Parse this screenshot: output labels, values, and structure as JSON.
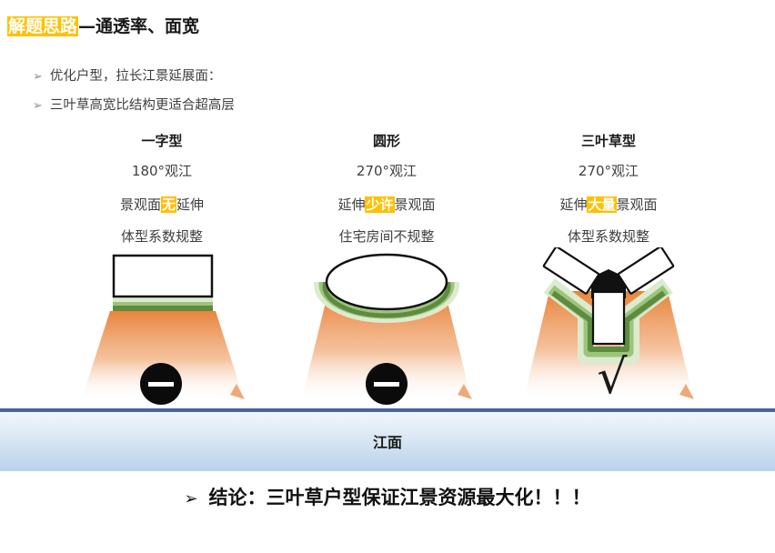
{
  "slide": {
    "title": {
      "highlight": "解题思路",
      "rest": "—通透率、面宽"
    },
    "bullets": [
      {
        "marker": "➢",
        "text": "优化户型，拉长江景延展面："
      },
      {
        "marker": "➢",
        "text": "三叶草高宽比结构更适合超高层"
      }
    ],
    "columns": [
      {
        "title": "一字型",
        "subtitle": "180°观江",
        "line_a_pre": "景观面",
        "line_a_em": "无",
        "line_a_post": "延伸",
        "line_b": "体型系数规整",
        "verdict": "minus",
        "verdict_glyph": "—",
        "shape": "slab"
      },
      {
        "title": "圆形",
        "subtitle": "270°观江",
        "line_a_pre": "延伸",
        "line_a_em": "少许",
        "line_a_post": "景观面",
        "line_b": "住宅房间不规整",
        "verdict": "minus",
        "verdict_glyph": "—",
        "shape": "circle"
      },
      {
        "title": "三叶草型",
        "subtitle": "270°观江",
        "line_a_pre": "延伸",
        "line_a_em": "大量",
        "line_a_post": "景观面",
        "line_b": "体型系数规整",
        "verdict": "check",
        "verdict_glyph": "√",
        "shape": "trefoil"
      }
    ],
    "river": {
      "label": "江面"
    },
    "conclusion": {
      "marker": "➢",
      "text": "结论：三叶草户型保证江景资源最大化！！！"
    },
    "colors": {
      "highlight": "#FFC000",
      "view_fan_orange": "#E8843C",
      "green_dark": "#5E8B3F",
      "green_mid": "#9CC47C",
      "green_light": "#DCEBCF",
      "river_border": "#4A6696",
      "river_top": "#F2F6FB",
      "river_bottom": "#B9D2EA",
      "text": "#3F3F3F"
    }
  }
}
